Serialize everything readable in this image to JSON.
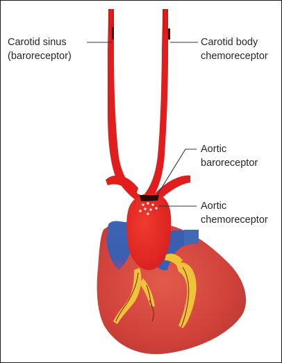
{
  "labels": {
    "carotid_sinus_line1": "Carotid sinus",
    "carotid_sinus_line2": "(baroreceptor)",
    "carotid_body_line1": "Carotid body",
    "carotid_body_line2": "chemoreceptor",
    "aortic_baro_line1": "Aortic",
    "aortic_baro_line2": "baroreceptor",
    "aortic_chemo_line1": "Aortic",
    "aortic_chemo_line2": "chemoreceptor"
  },
  "colors": {
    "artery_red": "#e11d1d",
    "heart_red": "#d8403a",
    "vein_blue": "#3a5fb0",
    "fat_yellow": "#f0c23a",
    "background": "#ffffff"
  }
}
